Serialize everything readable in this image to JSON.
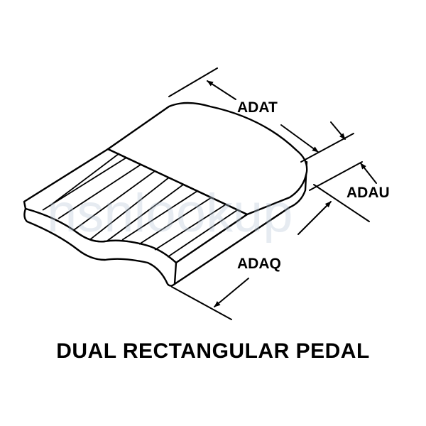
{
  "caption": "DUAL RECTANGULAR PEDAL",
  "watermark": "nsnlookup",
  "dimensions": {
    "length": "ADAT",
    "height": "ADAU",
    "width": "ADAQ"
  },
  "colors": {
    "line": "#000000",
    "background": "#ffffff",
    "watermark": "#b8c8d8"
  }
}
